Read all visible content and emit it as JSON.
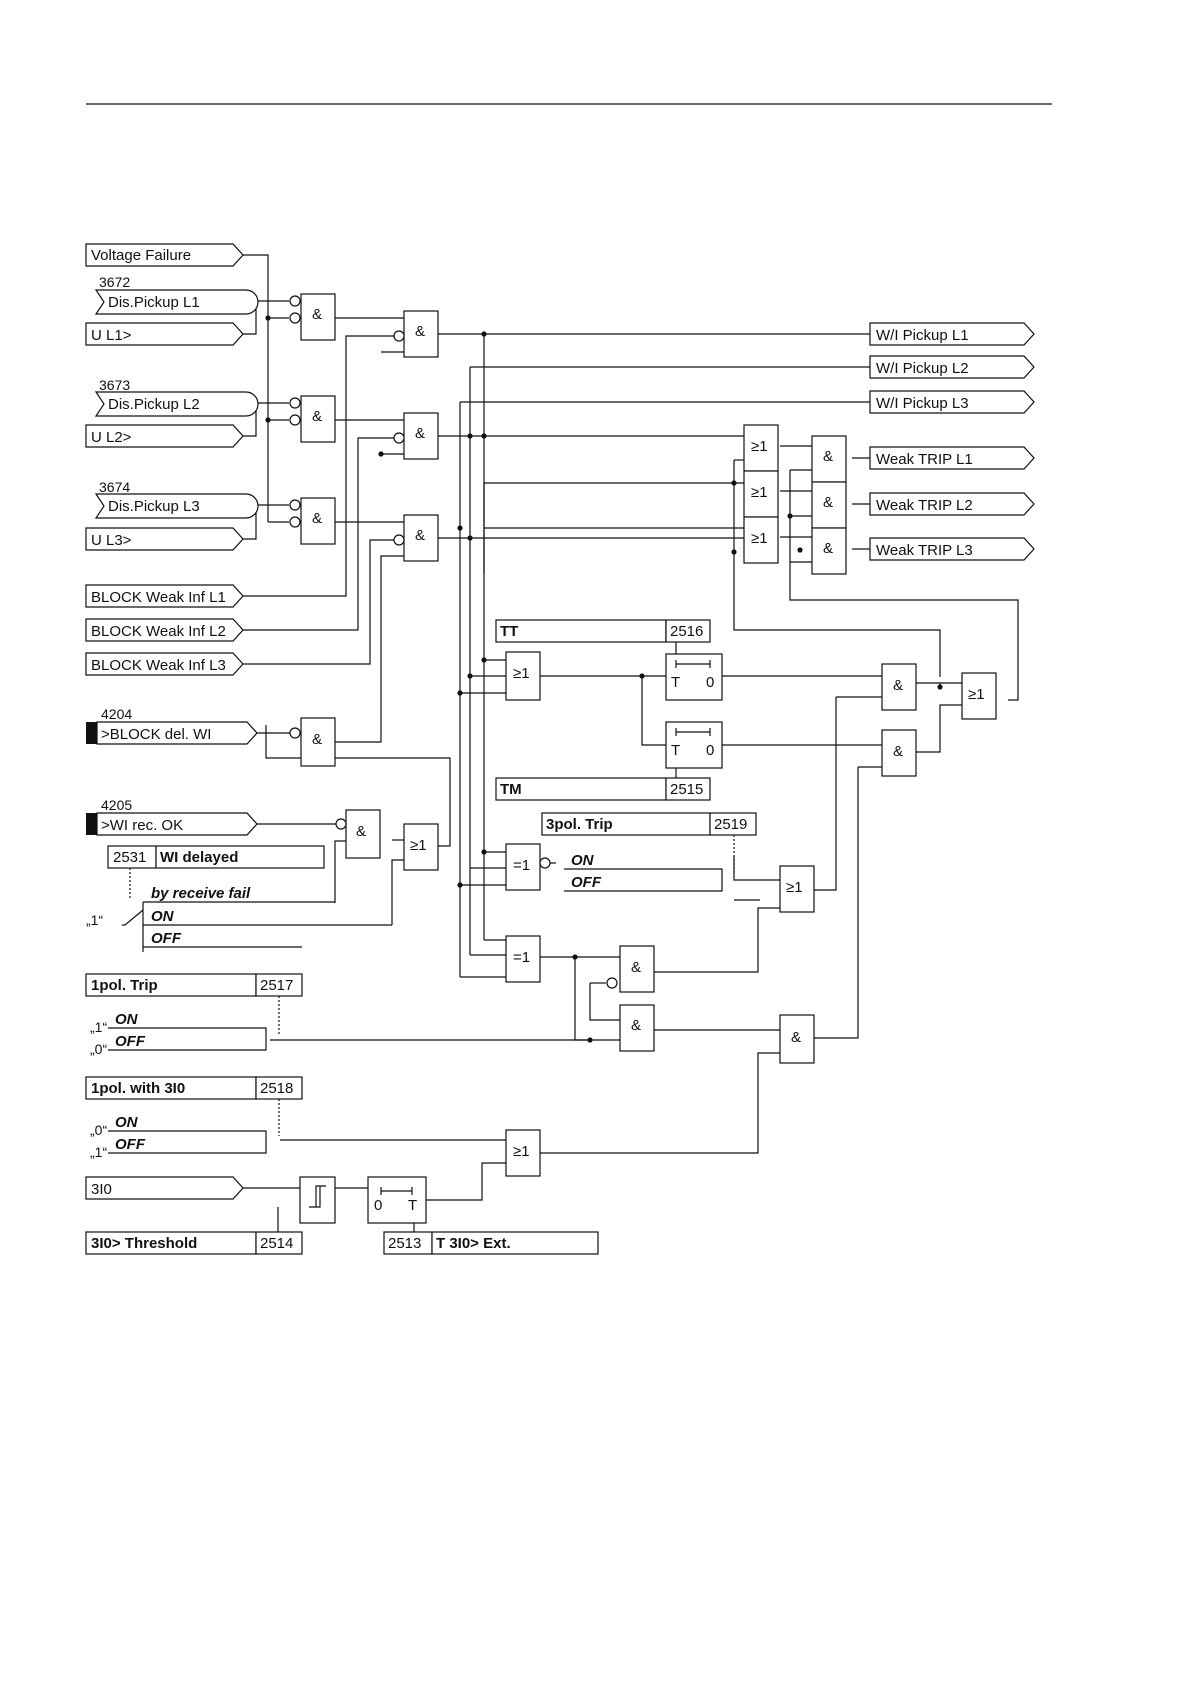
{
  "diagram": {
    "inputs": {
      "voltage_failure": "Voltage Failure",
      "dis_pickup_l1": {
        "num": "3672",
        "label": "Dis.Pickup L1"
      },
      "u_l1": "U L1>",
      "dis_pickup_l2": {
        "num": "3673",
        "label": "Dis.Pickup L2"
      },
      "u_l2": "U L2>",
      "dis_pickup_l3": {
        "num": "3674",
        "label": "Dis.Pickup L3"
      },
      "u_l3": "U L3>",
      "block_l1": "BLOCK Weak Inf L1",
      "block_l2": "BLOCK Weak Inf L2",
      "block_l3": "BLOCK Weak Inf L3",
      "block_del_wi": {
        "num": "4204",
        "label": ">BLOCK del. WI"
      },
      "wi_rec_ok": {
        "num": "4205",
        "label": ">WI rec. OK"
      },
      "i0": "3I0"
    },
    "outputs": {
      "wi_pickup_l1": "W/I Pickup L1",
      "wi_pickup_l2": "W/I Pickup L2",
      "wi_pickup_l3": "W/I Pickup L3",
      "weak_trip_l1": "Weak TRIP L1",
      "weak_trip_l2": "Weak TRIP L2",
      "weak_trip_l3": "Weak TRIP L3"
    },
    "gates": {
      "and": "&",
      "or": "≥1",
      "xor": "=1"
    },
    "timers": {
      "t": "T",
      "zero": "0"
    },
    "params": {
      "tt": {
        "name": "TT",
        "num": "2516"
      },
      "tm": {
        "name": "TM",
        "num": "2515"
      },
      "three_pol": {
        "name": "3pol. Trip",
        "num": "2519",
        "on": "ON",
        "off": "OFF"
      },
      "wi_delayed": {
        "num": "2531",
        "name": "WI delayed",
        "opt1": "by receive fail",
        "on": "ON",
        "off": "OFF",
        "one": "„1“"
      },
      "one_pol": {
        "name": "1pol. Trip",
        "num": "2517",
        "on": "ON",
        "off": "OFF",
        "one": "„1“",
        "zero": "„0“"
      },
      "one_pol_3i0": {
        "name": "1pol. with 3I0",
        "num": "2518",
        "on": "ON",
        "off": "OFF",
        "zero": "„0“",
        "one": "„1“"
      },
      "threshold": {
        "name": "3I0> Threshold",
        "num": "2514"
      },
      "t3i0": {
        "num": "2513",
        "name": "T 3I0> Ext."
      }
    }
  }
}
